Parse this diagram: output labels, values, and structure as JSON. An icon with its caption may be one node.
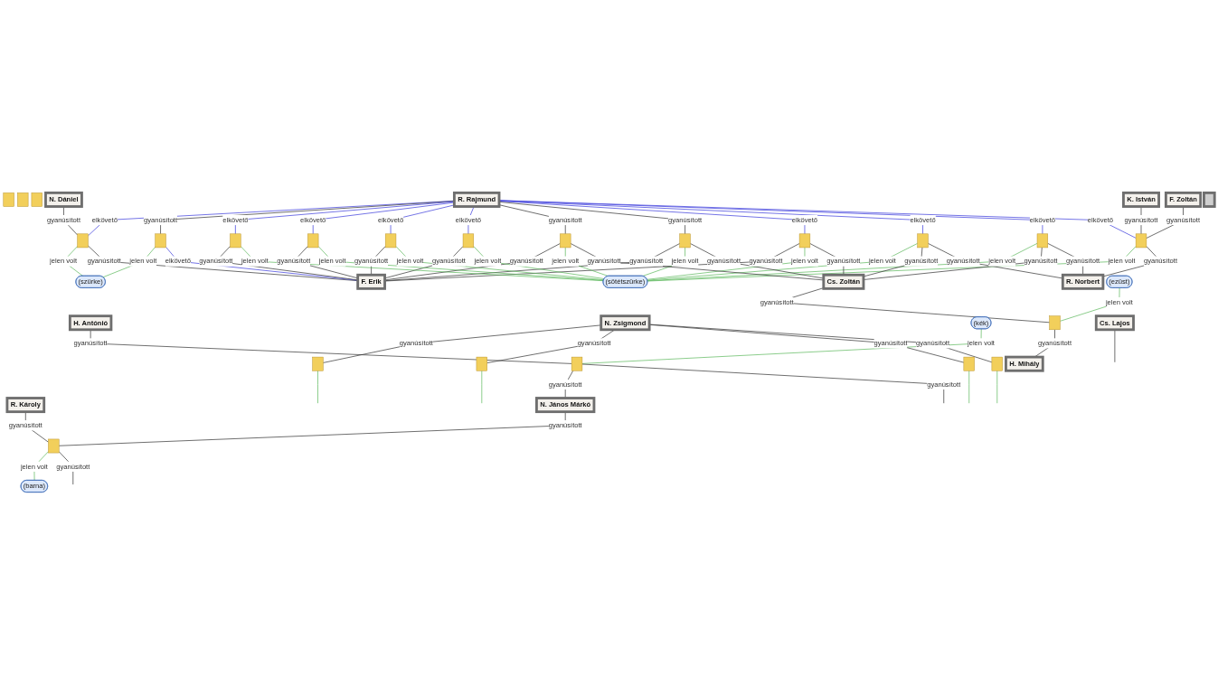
{
  "diagram": {
    "nodes": [
      {
        "text": [],
        "shape": "box"
      },
      {
        "text": [],
        "shape": "box"
      },
      {
        "text": [],
        "shape": "box"
      },
      {
        "text": [
          "R. Rajmund"
        ]
      },
      {
        "text": [
          "K. István"
        ]
      },
      {
        "text": [
          "F. Zoltán"
        ]
      },
      {
        "text": [
          "N. Dániel"
        ]
      },
      {
        "text": [],
        "shape": "box"
      },
      {
        "text": [],
        "shape": "box"
      },
      {
        "text": [],
        "shape": "box"
      },
      {
        "text": [],
        "shape": "box"
      },
      {
        "text": [],
        "shape": "box"
      },
      {
        "text": [],
        "shape": "box"
      },
      {
        "text": [],
        "shape": "box"
      },
      {
        "text": [],
        "shape": "box"
      },
      {
        "text": [],
        "shape": "box"
      },
      {
        "text": [],
        "shape": "box"
      },
      {
        "text": [],
        "shape": "box"
      },
      {
        "text": [],
        "shape": "box"
      },
      {
        "text": [
          "(szürke)"
        ]
      },
      {
        "text": [
          "F. Erik"
        ]
      },
      {
        "text": [
          "Cs. Zoltán"
        ]
      },
      {
        "text": [
          "R. Norbert"
        ]
      },
      {
        "text": [
          "(sötétszürke)"
        ]
      },
      {
        "text": [
          "H. Antónió"
        ]
      },
      {
        "text": [
          "R. Károly"
        ]
      },
      {
        "text": [
          "N. Zsigmond"
        ]
      },
      {
        "text": [
          "(ezüst)"
        ]
      },
      {
        "text": [],
        "shape": "box"
      },
      {
        "text": [
          "H. Mihály"
        ]
      },
      {
        "text": [
          "(kék)"
        ]
      },
      {
        "text": [],
        "shape": "box"
      },
      {
        "text": [
          "N. János Márkó"
        ]
      },
      {
        "text": [],
        "shape": "box"
      },
      {
        "text": [
          "(barna)"
        ]
      },
      {
        "text": [],
        "shape": "box"
      },
      {
        "text": [],
        "shape": "box"
      },
      {
        "text": [],
        "shape": "box"
      },
      {
        "text": [],
        "shape": "box"
      },
      {
        "text": [],
        "shape": "box"
      },
      {
        "text": [
          "Cs. Lajos"
        ]
      }
    ],
    "edges": [
      {
        "from": 3,
        "to": 7,
        "arrow": "none",
        "label": "elkövető",
        "color": "#3b3bdc"
      },
      {
        "from": 3,
        "to": 8,
        "arrow": "none",
        "label": "gyanúsított"
      },
      {
        "from": 3,
        "to": 9,
        "arrow": "none",
        "label": "elkövető",
        "color": "#3b3bdc"
      },
      {
        "from": 3,
        "to": 10,
        "arrow": "none",
        "label": "elkövető",
        "color": "#3b3bdc"
      },
      {
        "from": 3,
        "to": 11,
        "arrow": "none",
        "label": "elkövető",
        "color": "#3b3bdc"
      },
      {
        "from": 3,
        "to": 12,
        "arrow": "none",
        "label": "elkövető",
        "color": "#3b3bdc"
      },
      {
        "from": 3,
        "to": 13,
        "arrow": "none",
        "label": "gyanúsított"
      },
      {
        "from": 3,
        "to": 14,
        "arrow": "none",
        "label": "gyanúsított"
      },
      {
        "from": 3,
        "to": 15,
        "arrow": "none",
        "label": "elkövető",
        "color": "#3b3bdc"
      },
      {
        "from": 3,
        "to": 16,
        "arrow": "none",
        "label": "elkövető",
        "color": "#3b3bdc"
      },
      {
        "from": 3,
        "to": 17,
        "arrow": "none",
        "label": "elkövető",
        "color": "#3b3bdc"
      },
      {
        "from": 3,
        "to": 18,
        "arrow": "none",
        "label": "elkövető",
        "color": "#3b3bdc"
      },
      {
        "from": 6,
        "to": 7,
        "arrow": "none",
        "label": "gyanúsított"
      },
      {
        "from": 4,
        "to": 18,
        "arrow": "none",
        "label": "gyanúsított"
      },
      {
        "from": 5,
        "to": 18,
        "arrow": "none",
        "label": "gyanúsított"
      },
      {
        "from": 7,
        "to": 19,
        "arrow": "none",
        "label": "jelen volt",
        "color": "#5cb85c"
      },
      {
        "from": 8,
        "to": 19,
        "arrow": "none",
        "label": "jelen volt",
        "color": "#5cb85c"
      },
      {
        "from": 7,
        "to": 20,
        "arrow": "none",
        "label": "gyanúsított"
      },
      {
        "from": 8,
        "to": 20,
        "arrow": "none",
        "label": "elkövető",
        "color": "#3b3bdc"
      },
      {
        "from": 9,
        "to": 20,
        "arrow": "none",
        "label": "gyanúsított"
      },
      {
        "from": 10,
        "to": 20,
        "arrow": "none",
        "label": "gyanúsított"
      },
      {
        "from": 11,
        "to": 20,
        "arrow": "none",
        "label": "gyanúsított"
      },
      {
        "from": 12,
        "to": 20,
        "arrow": "none",
        "label": "gyanúsított"
      },
      {
        "from": 13,
        "to": 20,
        "arrow": "none",
        "label": "gyanúsított"
      },
      {
        "from": 14,
        "to": 20,
        "arrow": "none",
        "label": "gyanúsított"
      },
      {
        "from": 15,
        "to": 20,
        "arrow": "none",
        "label": "gyanúsított"
      },
      {
        "from": 9,
        "to": 23,
        "arrow": "none",
        "label": "jelen volt",
        "color": "#5cb85c"
      },
      {
        "from": 10,
        "to": 23,
        "arrow": "none",
        "label": "jelen volt",
        "color": "#5cb85c"
      },
      {
        "from": 11,
        "to": 23,
        "arrow": "none",
        "label": "jelen volt",
        "color": "#5cb85c"
      },
      {
        "from": 12,
        "to": 23,
        "arrow": "none",
        "label": "jelen volt",
        "color": "#5cb85c"
      },
      {
        "from": 13,
        "to": 23,
        "arrow": "none",
        "label": "jelen volt",
        "color": "#5cb85c"
      },
      {
        "from": 14,
        "to": 23,
        "arrow": "none",
        "label": "jelen volt",
        "color": "#5cb85c"
      },
      {
        "from": 15,
        "to": 23,
        "arrow": "none",
        "label": "jelen volt",
        "color": "#5cb85c"
      },
      {
        "from": 16,
        "to": 23,
        "arrow": "none",
        "label": "jelen volt",
        "color": "#5cb85c"
      },
      {
        "from": 17,
        "to": 23,
        "arrow": "none",
        "label": "jelen volt",
        "color": "#5cb85c"
      },
      {
        "from": 18,
        "to": 23,
        "arrow": "none",
        "label": "jelen volt",
        "color": "#5cb85c"
      },
      {
        "from": 13,
        "to": 21,
        "arrow": "none",
        "label": "gyanúsított"
      },
      {
        "from": 14,
        "to": 21,
        "arrow": "none",
        "label": "gyanúsított"
      },
      {
        "from": 15,
        "to": 21,
        "arrow": "none",
        "label": "gyanúsított"
      },
      {
        "from": 16,
        "to": 21,
        "arrow": "none",
        "label": "gyanúsított"
      },
      {
        "from": 17,
        "to": 21,
        "arrow": "none",
        "label": "gyanúsított"
      },
      {
        "from": 16,
        "to": 22,
        "arrow": "none",
        "label": "gyanúsított"
      },
      {
        "from": 17,
        "to": 22,
        "arrow": "none",
        "label": "gyanúsított"
      },
      {
        "from": 18,
        "to": 22,
        "arrow": "none",
        "label": "gyanúsított"
      },
      {
        "from": 21,
        "to": 28,
        "arrow": "none",
        "label": "gyanúsított"
      },
      {
        "from": 27,
        "to": 28,
        "arrow": "none",
        "label": "jelen volt",
        "color": "#5cb85c"
      },
      {
        "from": 28,
        "to": 29,
        "arrow": "none",
        "label": "gyanúsított"
      },
      {
        "from": 24,
        "to": 31,
        "arrow": "none",
        "label": "gyanúsított"
      },
      {
        "from": 30,
        "to": 31,
        "arrow": "none",
        "label": "jelen volt",
        "color": "#5cb85c"
      },
      {
        "from": 31,
        "to": 32,
        "arrow": "none",
        "label": "gyanúsított"
      },
      {
        "from": 31,
        "to": null,
        "arrow": "none",
        "label": "gyanúsított"
      },
      {
        "from": 25,
        "to": 33,
        "arrow": "none",
        "label": "gyanúsított"
      },
      {
        "from": 32,
        "to": 33,
        "arrow": "none",
        "label": "gyanúsított"
      },
      {
        "from": 33,
        "to": 34,
        "arrow": "none",
        "label": "jelen volt",
        "color": "#5cb85c"
      },
      {
        "from": 33,
        "to": null,
        "arrow": "none",
        "label": "gyanúsított"
      },
      {
        "from": 26,
        "to": 35,
        "arrow": "none",
        "label": "gyanúsított"
      },
      {
        "from": 26,
        "to": 36,
        "arrow": "none",
        "label": "gyanúsított"
      },
      {
        "from": 26,
        "to": 37,
        "arrow": "none",
        "label": "gyanúsított"
      },
      {
        "from": 26,
        "to": 38,
        "arrow": "none",
        "label": "gyanúsított"
      },
      {
        "from": 35,
        "to": null,
        "arrow": "none",
        "color": "#5cb85c"
      },
      {
        "from": 36,
        "to": null,
        "arrow": "none",
        "color": "#5cb85c"
      },
      {
        "from": 37,
        "to": null,
        "arrow": "none",
        "color": "#5cb85c"
      },
      {
        "from": 38,
        "to": null,
        "arrow": "none",
        "color": "#5cb85c"
      },
      {
        "from": 40,
        "to": null,
        "arrow": "none"
      }
    ]
  }
}
